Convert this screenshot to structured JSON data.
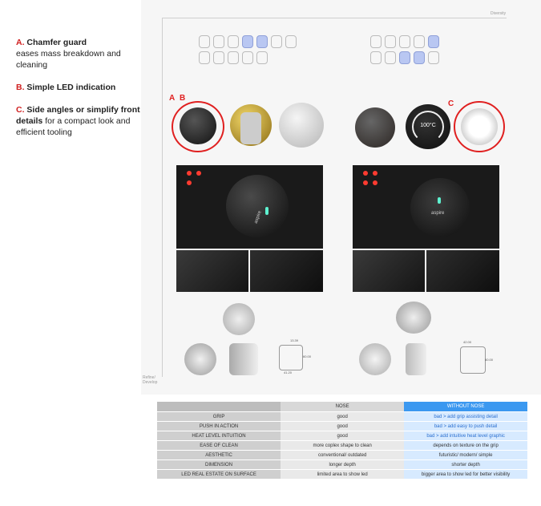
{
  "axis": {
    "top_right": "Diversity",
    "bottom_left": "Refine/ Develop"
  },
  "notes": [
    {
      "key": "A.",
      "bold": "Chamfer guard",
      "rest": "eases mass breakdown and cleaning"
    },
    {
      "key": "B.",
      "bold": "Simple LED indication",
      "rest": ""
    },
    {
      "key": "C.",
      "bold": "Side angles or simplify front details",
      "rest": "for a compact look and efficient tooling"
    }
  ],
  "markers": {
    "a": "A",
    "b": "B",
    "c": "C"
  },
  "knob_display": "100°C",
  "brand": "aspire",
  "dims": {
    "left_h": "60.00",
    "left_w": "41.20",
    "left_top": "13.39",
    "right_w": "42.00",
    "right_h": "60.00"
  },
  "table": {
    "headers": [
      "",
      "NOSE",
      "WITHOUT NOSE"
    ],
    "rows": [
      {
        "label": "GRIP",
        "nose": "good",
        "without": "bad > add grip assisting detail"
      },
      {
        "label": "PUSH IN ACTION",
        "nose": "good",
        "without": "bad > add easy to push detail"
      },
      {
        "label": "HEAT LEVEL INTUITION",
        "nose": "good",
        "without": "bad > add intuitive heat level graphic"
      },
      {
        "label": "EASE OF CLEAN",
        "nose": "more coplex shape to clean",
        "without": "depends on texture on the grip"
      },
      {
        "label": "AESTHETIC",
        "nose": "conventional/ outdated",
        "without": "futuristic/ modern/ simple"
      },
      {
        "label": "DIMENSION",
        "nose": "longer depth",
        "without": "shorter depth"
      },
      {
        "label": "LED REAL ESTATE ON SURFACE",
        "nose": "limited area to show led",
        "without": "bigger area to show led for better visibility"
      }
    ]
  },
  "colors": {
    "accent_red": "#e02020",
    "header_blue": "#3b98f0",
    "light_blue": "#d7eaff"
  }
}
